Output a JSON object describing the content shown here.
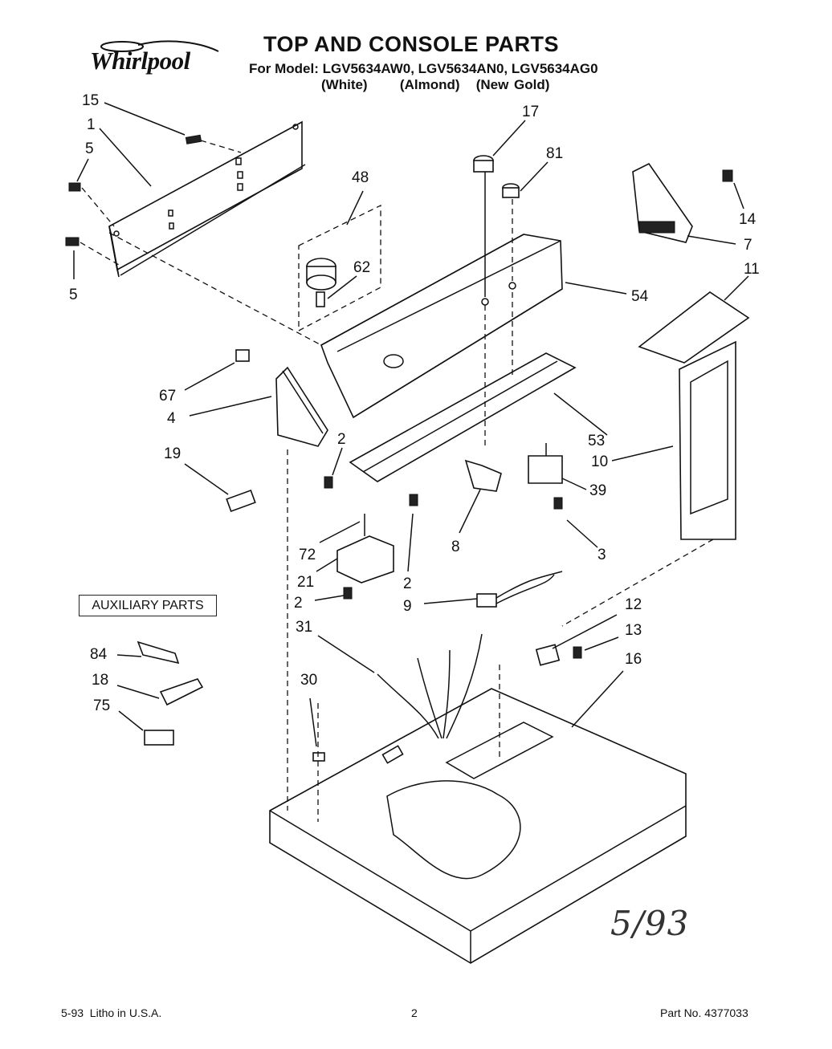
{
  "header": {
    "brand": "Whirlpool",
    "title": "TOP AND CONSOLE PARTS",
    "models": "For Model: LGV5634AW0, LGV5634AN0, LGV5634AG0",
    "variants": "(White)      (Almond)   (New Gold)"
  },
  "auxiliary_label": "AUXILIARY PARTS",
  "callouts": [
    {
      "id": "15",
      "label": "15"
    },
    {
      "id": "1",
      "label": "1"
    },
    {
      "id": "5a",
      "label": "5"
    },
    {
      "id": "5b",
      "label": "5"
    },
    {
      "id": "48",
      "label": "48"
    },
    {
      "id": "62",
      "label": "62"
    },
    {
      "id": "17",
      "label": "17"
    },
    {
      "id": "81",
      "label": "81"
    },
    {
      "id": "14",
      "label": "14"
    },
    {
      "id": "7",
      "label": "7"
    },
    {
      "id": "54",
      "label": "54"
    },
    {
      "id": "11",
      "label": "11"
    },
    {
      "id": "67",
      "label": "67"
    },
    {
      "id": "4",
      "label": "4"
    },
    {
      "id": "2a",
      "label": "2"
    },
    {
      "id": "19",
      "label": "19"
    },
    {
      "id": "53",
      "label": "53"
    },
    {
      "id": "10",
      "label": "10"
    },
    {
      "id": "39",
      "label": "39"
    },
    {
      "id": "72",
      "label": "72"
    },
    {
      "id": "8",
      "label": "8"
    },
    {
      "id": "3",
      "label": "3"
    },
    {
      "id": "21",
      "label": "21"
    },
    {
      "id": "2b",
      "label": "2"
    },
    {
      "id": "2c",
      "label": "2"
    },
    {
      "id": "9",
      "label": "9"
    },
    {
      "id": "12",
      "label": "12"
    },
    {
      "id": "31",
      "label": "31"
    },
    {
      "id": "13",
      "label": "13"
    },
    {
      "id": "84",
      "label": "84"
    },
    {
      "id": "16",
      "label": "16"
    },
    {
      "id": "18",
      "label": "18"
    },
    {
      "id": "30",
      "label": "30"
    },
    {
      "id": "75",
      "label": "75"
    }
  ],
  "handwritten_note": "5/93",
  "footer": {
    "left": "5-93  Litho in U.S.A.",
    "page": "2",
    "right": "Part No. 4377033"
  }
}
